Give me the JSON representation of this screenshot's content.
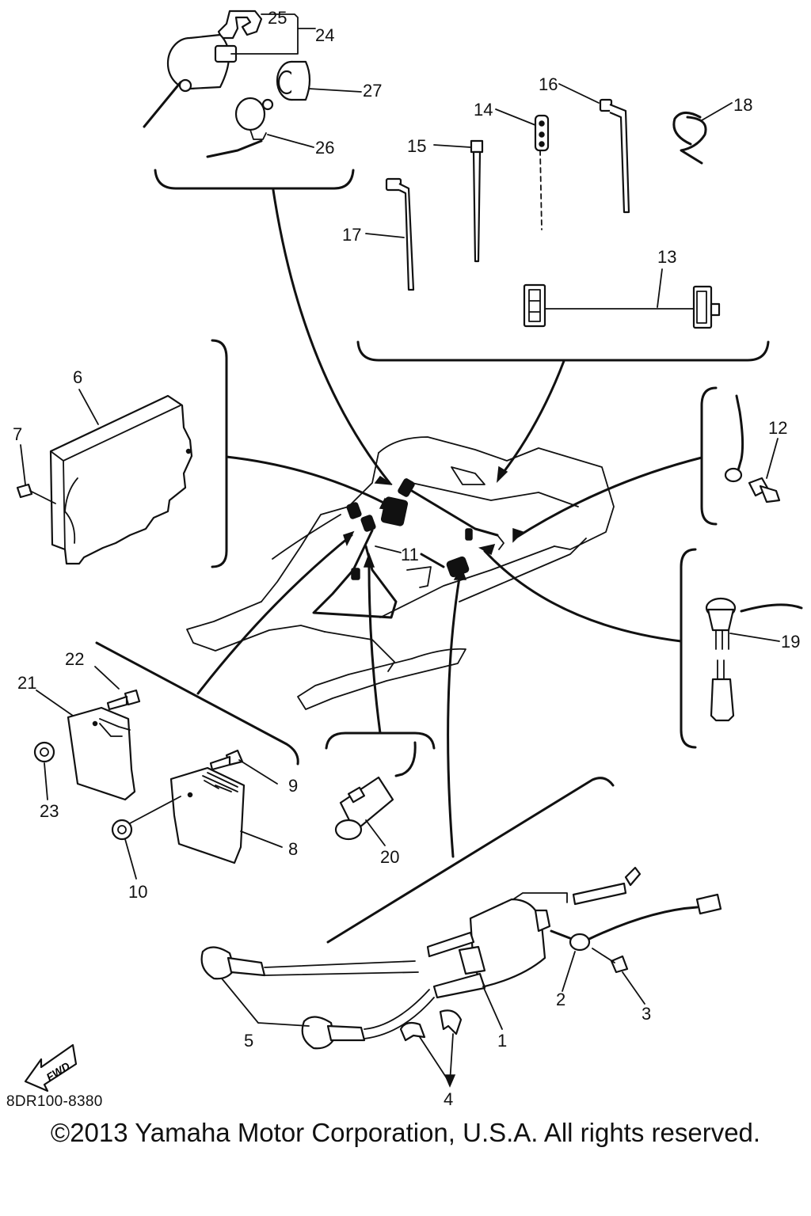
{
  "diagram": {
    "code": "8DR100-8380",
    "copyright": "©2013 Yamaha Motor Corporation, U.S.A. All rights reserved.",
    "fwd_label": "FWD",
    "callouts": [
      "1",
      "2",
      "3",
      "4",
      "5",
      "6",
      "7",
      "8",
      "9",
      "10",
      "11",
      "12",
      "13",
      "14",
      "15",
      "16",
      "17",
      "18",
      "19",
      "20",
      "21",
      "22",
      "23",
      "24",
      "25",
      "26",
      "27"
    ]
  }
}
